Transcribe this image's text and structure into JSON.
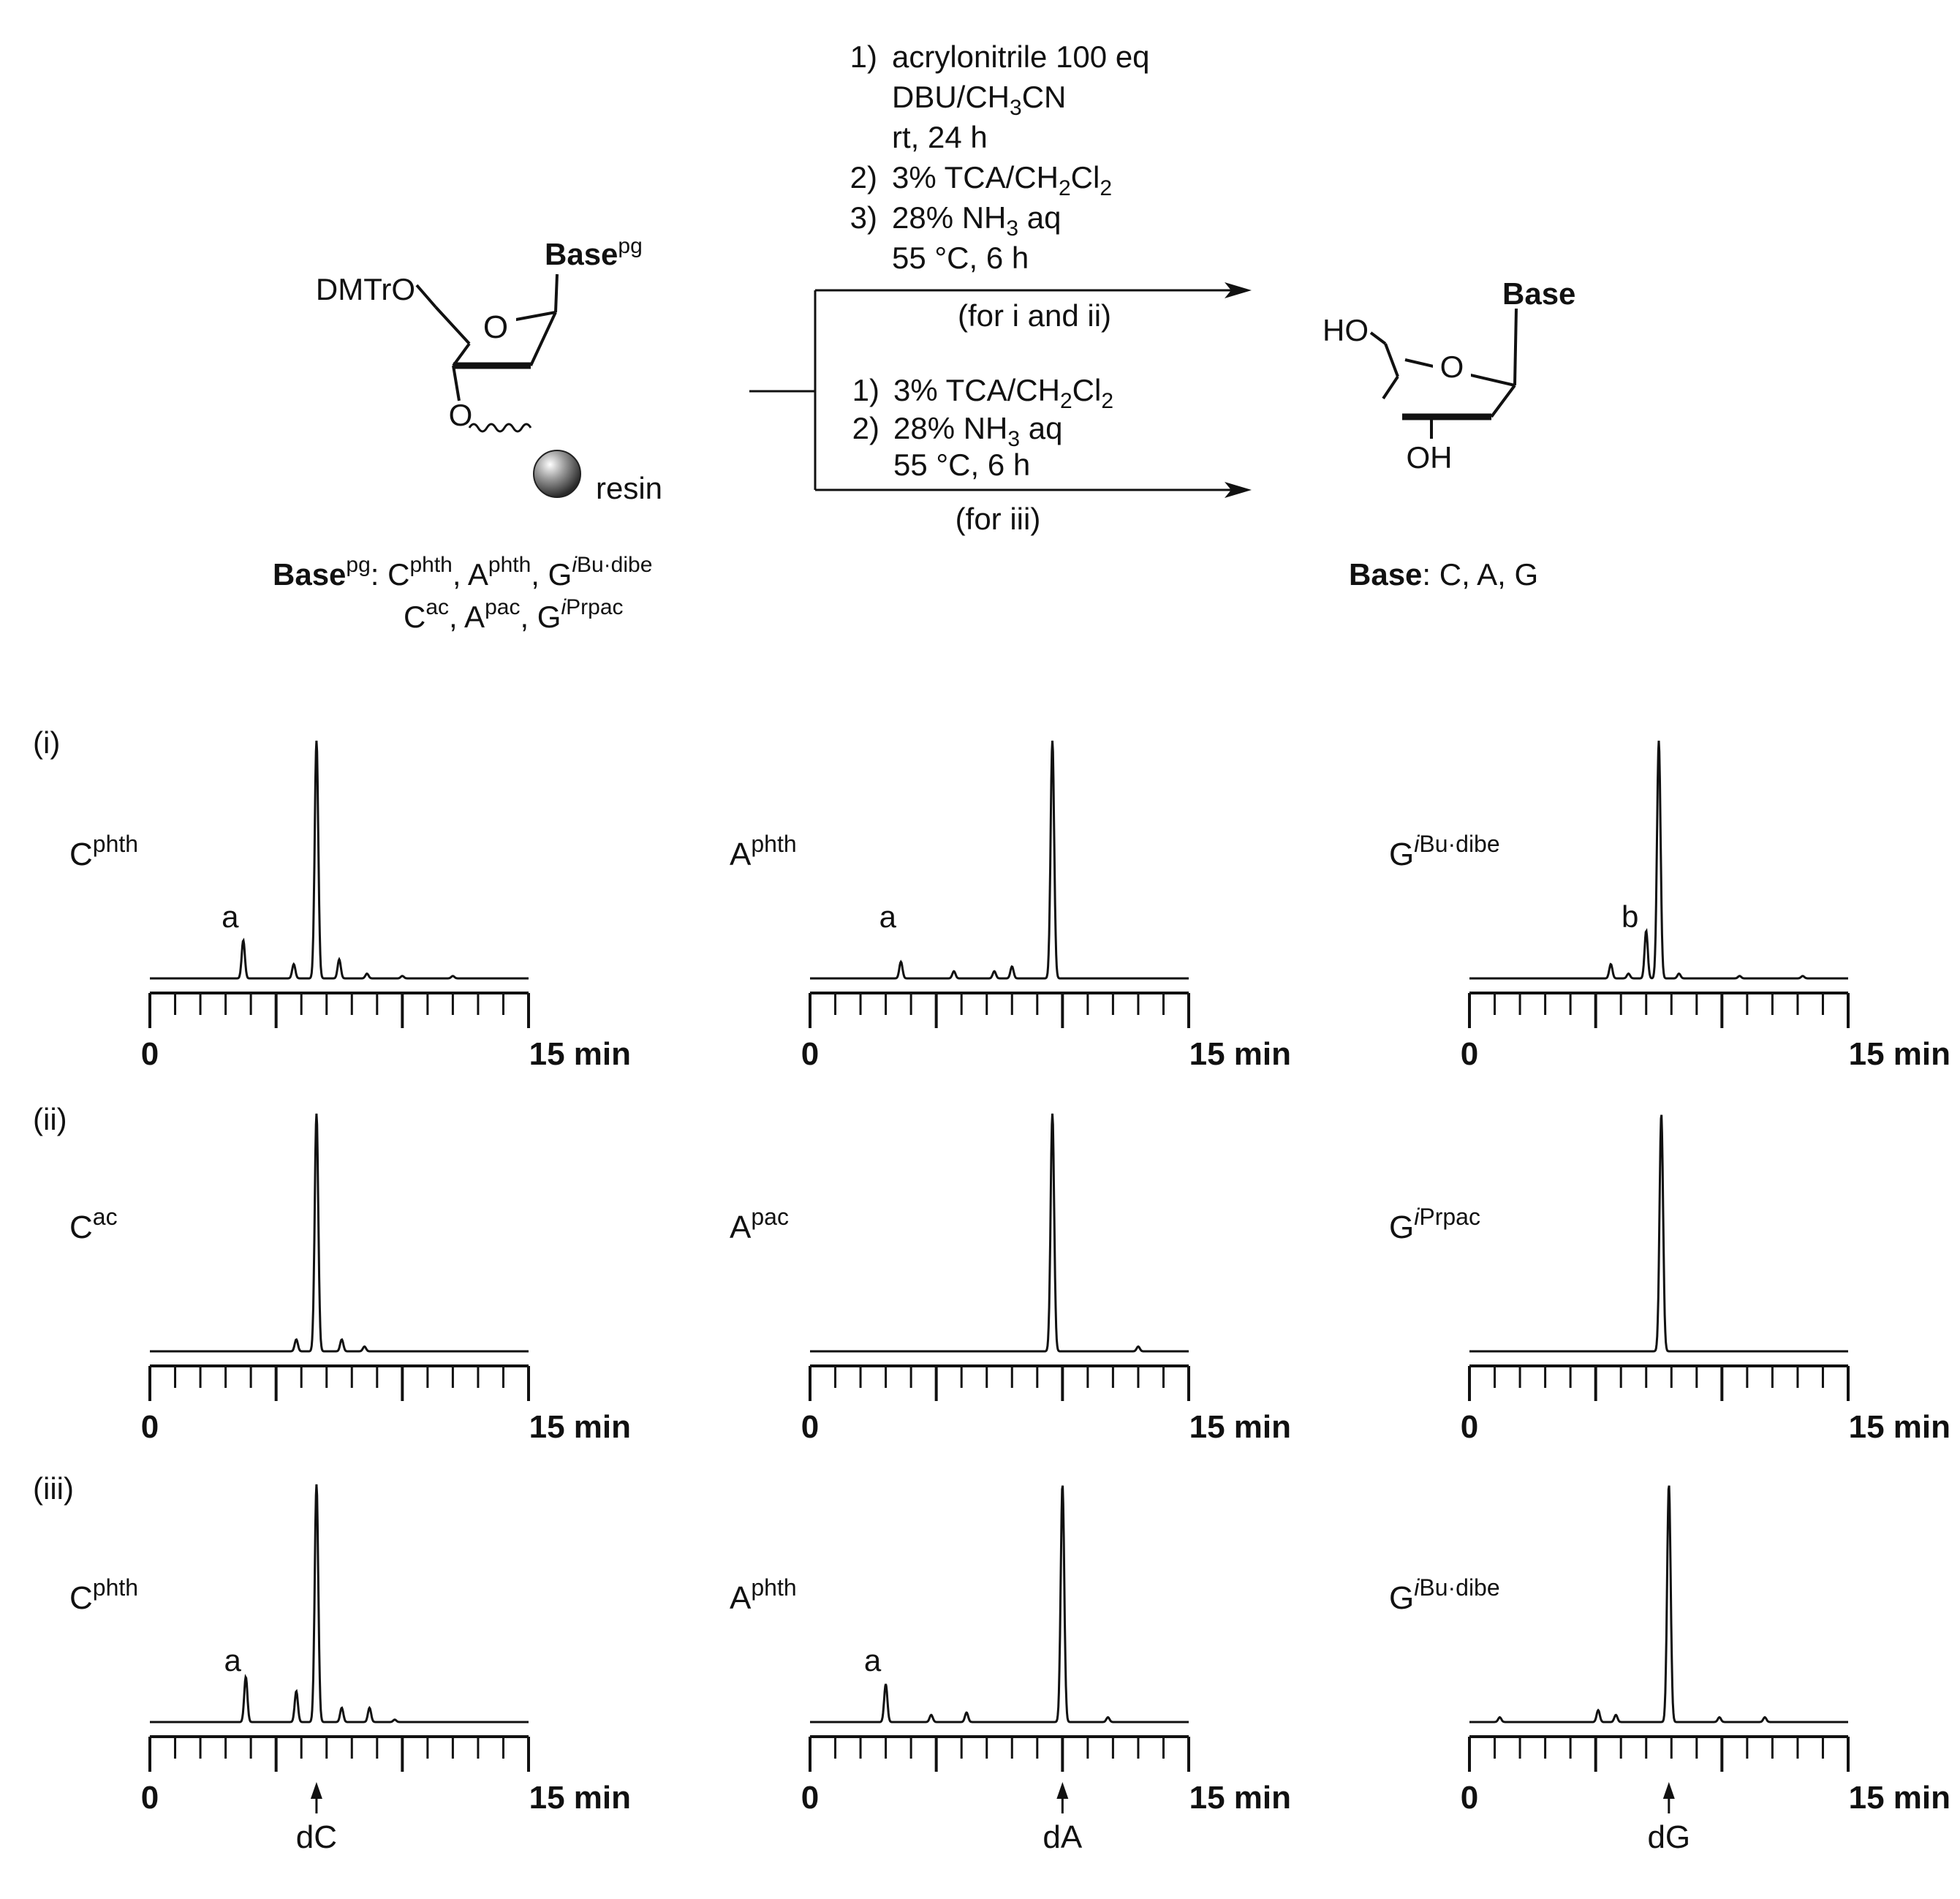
{
  "scheme": {
    "starting_material": {
      "dmtro": "DMTrO",
      "ring_o": "O",
      "base": "Base",
      "base_sup": "pg",
      "link_o": "O",
      "resin": "resin",
      "caption": {
        "label": "Base",
        "label_sup": "pg",
        "line1": [
          {
            "base": "C",
            "sup": "phth"
          },
          {
            "base": "A",
            "sup": "phth"
          },
          {
            "base": "G",
            "sup": "iBu·dibe"
          }
        ],
        "line2": [
          {
            "base": "C",
            "sup": "ac"
          },
          {
            "base": "A",
            "sup": "pac"
          },
          {
            "base": "G",
            "sup": "iPrpac"
          }
        ]
      }
    },
    "conditions_top": {
      "n1": "1)",
      "l1": "acrylonitrile  100 eq",
      "l2": "DBU/CH",
      "l3": "rt, 24 h",
      "n2": "2)",
      "l4": "3% TCA/CH",
      "n3": "3)",
      "l5": "28% NH",
      "l6": "55 °C, 6 h",
      "note": "(for i and ii)"
    },
    "conditions_bottom": {
      "n1": "1)",
      "l1": "3% TCA/CH",
      "n2": "2)",
      "l2": "28% NH",
      "l3": "55 °C, 6 h",
      "note": "(for iii)"
    },
    "product": {
      "ho": "HO",
      "ring_o": "O",
      "oh": "OH",
      "base": "Base",
      "caption_label": "Base",
      "caption_value": ": C, A, G"
    }
  },
  "chromatograms": {
    "axis": {
      "start_label": "0",
      "end_label": "15 min",
      "ticks": 15,
      "xlim": [
        0,
        15
      ]
    },
    "rows": [
      {
        "label": "(i)",
        "panels": [
          {
            "base": "C",
            "sup": "phth",
            "peak_label": "a",
            "peak_label_at": 3.7,
            "peaks": [
              [
                3.7,
                0.16
              ],
              [
                5.7,
                0.06
              ],
              [
                6.6,
                1.0
              ],
              [
                7.5,
                0.08
              ],
              [
                8.6,
                0.02
              ],
              [
                10.0,
                0.01
              ],
              [
                12.0,
                0.01
              ]
            ]
          },
          {
            "base": "A",
            "sup": "phth",
            "peak_label": "a",
            "peak_label_at": 3.6,
            "peaks": [
              [
                3.6,
                0.07
              ],
              [
                5.7,
                0.03
              ],
              [
                7.3,
                0.03
              ],
              [
                8.0,
                0.05
              ],
              [
                9.6,
                1.0
              ]
            ]
          },
          {
            "base": "G",
            "sup": "iBu·dibe",
            "peak_label": "b",
            "peak_label_at": 7.0,
            "peaks": [
              [
                5.6,
                0.06
              ],
              [
                6.3,
                0.02
              ],
              [
                7.0,
                0.2
              ],
              [
                7.5,
                1.0
              ],
              [
                8.3,
                0.02
              ],
              [
                10.7,
                0.01
              ],
              [
                13.2,
                0.01
              ]
            ]
          }
        ]
      },
      {
        "label": "(ii)",
        "panels": [
          {
            "base": "C",
            "sup": "ac",
            "peak_label": "",
            "peak_label_at": 0,
            "peaks": [
              [
                5.8,
                0.05
              ],
              [
                6.6,
                1.0
              ],
              [
                7.6,
                0.05
              ],
              [
                8.5,
                0.02
              ]
            ]
          },
          {
            "base": "A",
            "sup": "pac",
            "peak_label": "",
            "peak_label_at": 0,
            "peaks": [
              [
                9.6,
                1.0
              ],
              [
                13.0,
                0.02
              ]
            ]
          },
          {
            "base": "G",
            "sup": "iPrpac",
            "peak_label": "",
            "peak_label_at": 0,
            "peaks": [
              [
                7.6,
                1.0
              ]
            ]
          }
        ]
      },
      {
        "label": "(iii)",
        "panels": [
          {
            "base": "C",
            "sup": "phth",
            "peak_label": "a",
            "peak_label_at": 3.8,
            "peaks": [
              [
                3.8,
                0.19
              ],
              [
                5.8,
                0.13
              ],
              [
                6.6,
                1.0
              ],
              [
                7.6,
                0.06
              ],
              [
                8.7,
                0.06
              ],
              [
                9.7,
                0.01
              ]
            ],
            "marker": "dC",
            "marker_at": 6.6
          },
          {
            "base": "A",
            "sup": "phth",
            "peak_label": "a",
            "peak_label_at": 3.0,
            "peaks": [
              [
                3.0,
                0.16
              ],
              [
                4.8,
                0.03
              ],
              [
                6.2,
                0.04
              ],
              [
                10.0,
                1.0
              ],
              [
                11.8,
                0.02
              ]
            ],
            "marker": "dA",
            "marker_at": 10.0
          },
          {
            "base": "G",
            "sup": "iBu·dibe",
            "peak_label": "",
            "peak_label_at": 0,
            "peaks": [
              [
                1.2,
                0.02
              ],
              [
                5.1,
                0.05
              ],
              [
                5.8,
                0.03
              ],
              [
                7.9,
                1.0
              ],
              [
                9.9,
                0.02
              ],
              [
                11.7,
                0.02
              ]
            ],
            "marker": "dG",
            "marker_at": 7.9
          }
        ]
      }
    ]
  }
}
